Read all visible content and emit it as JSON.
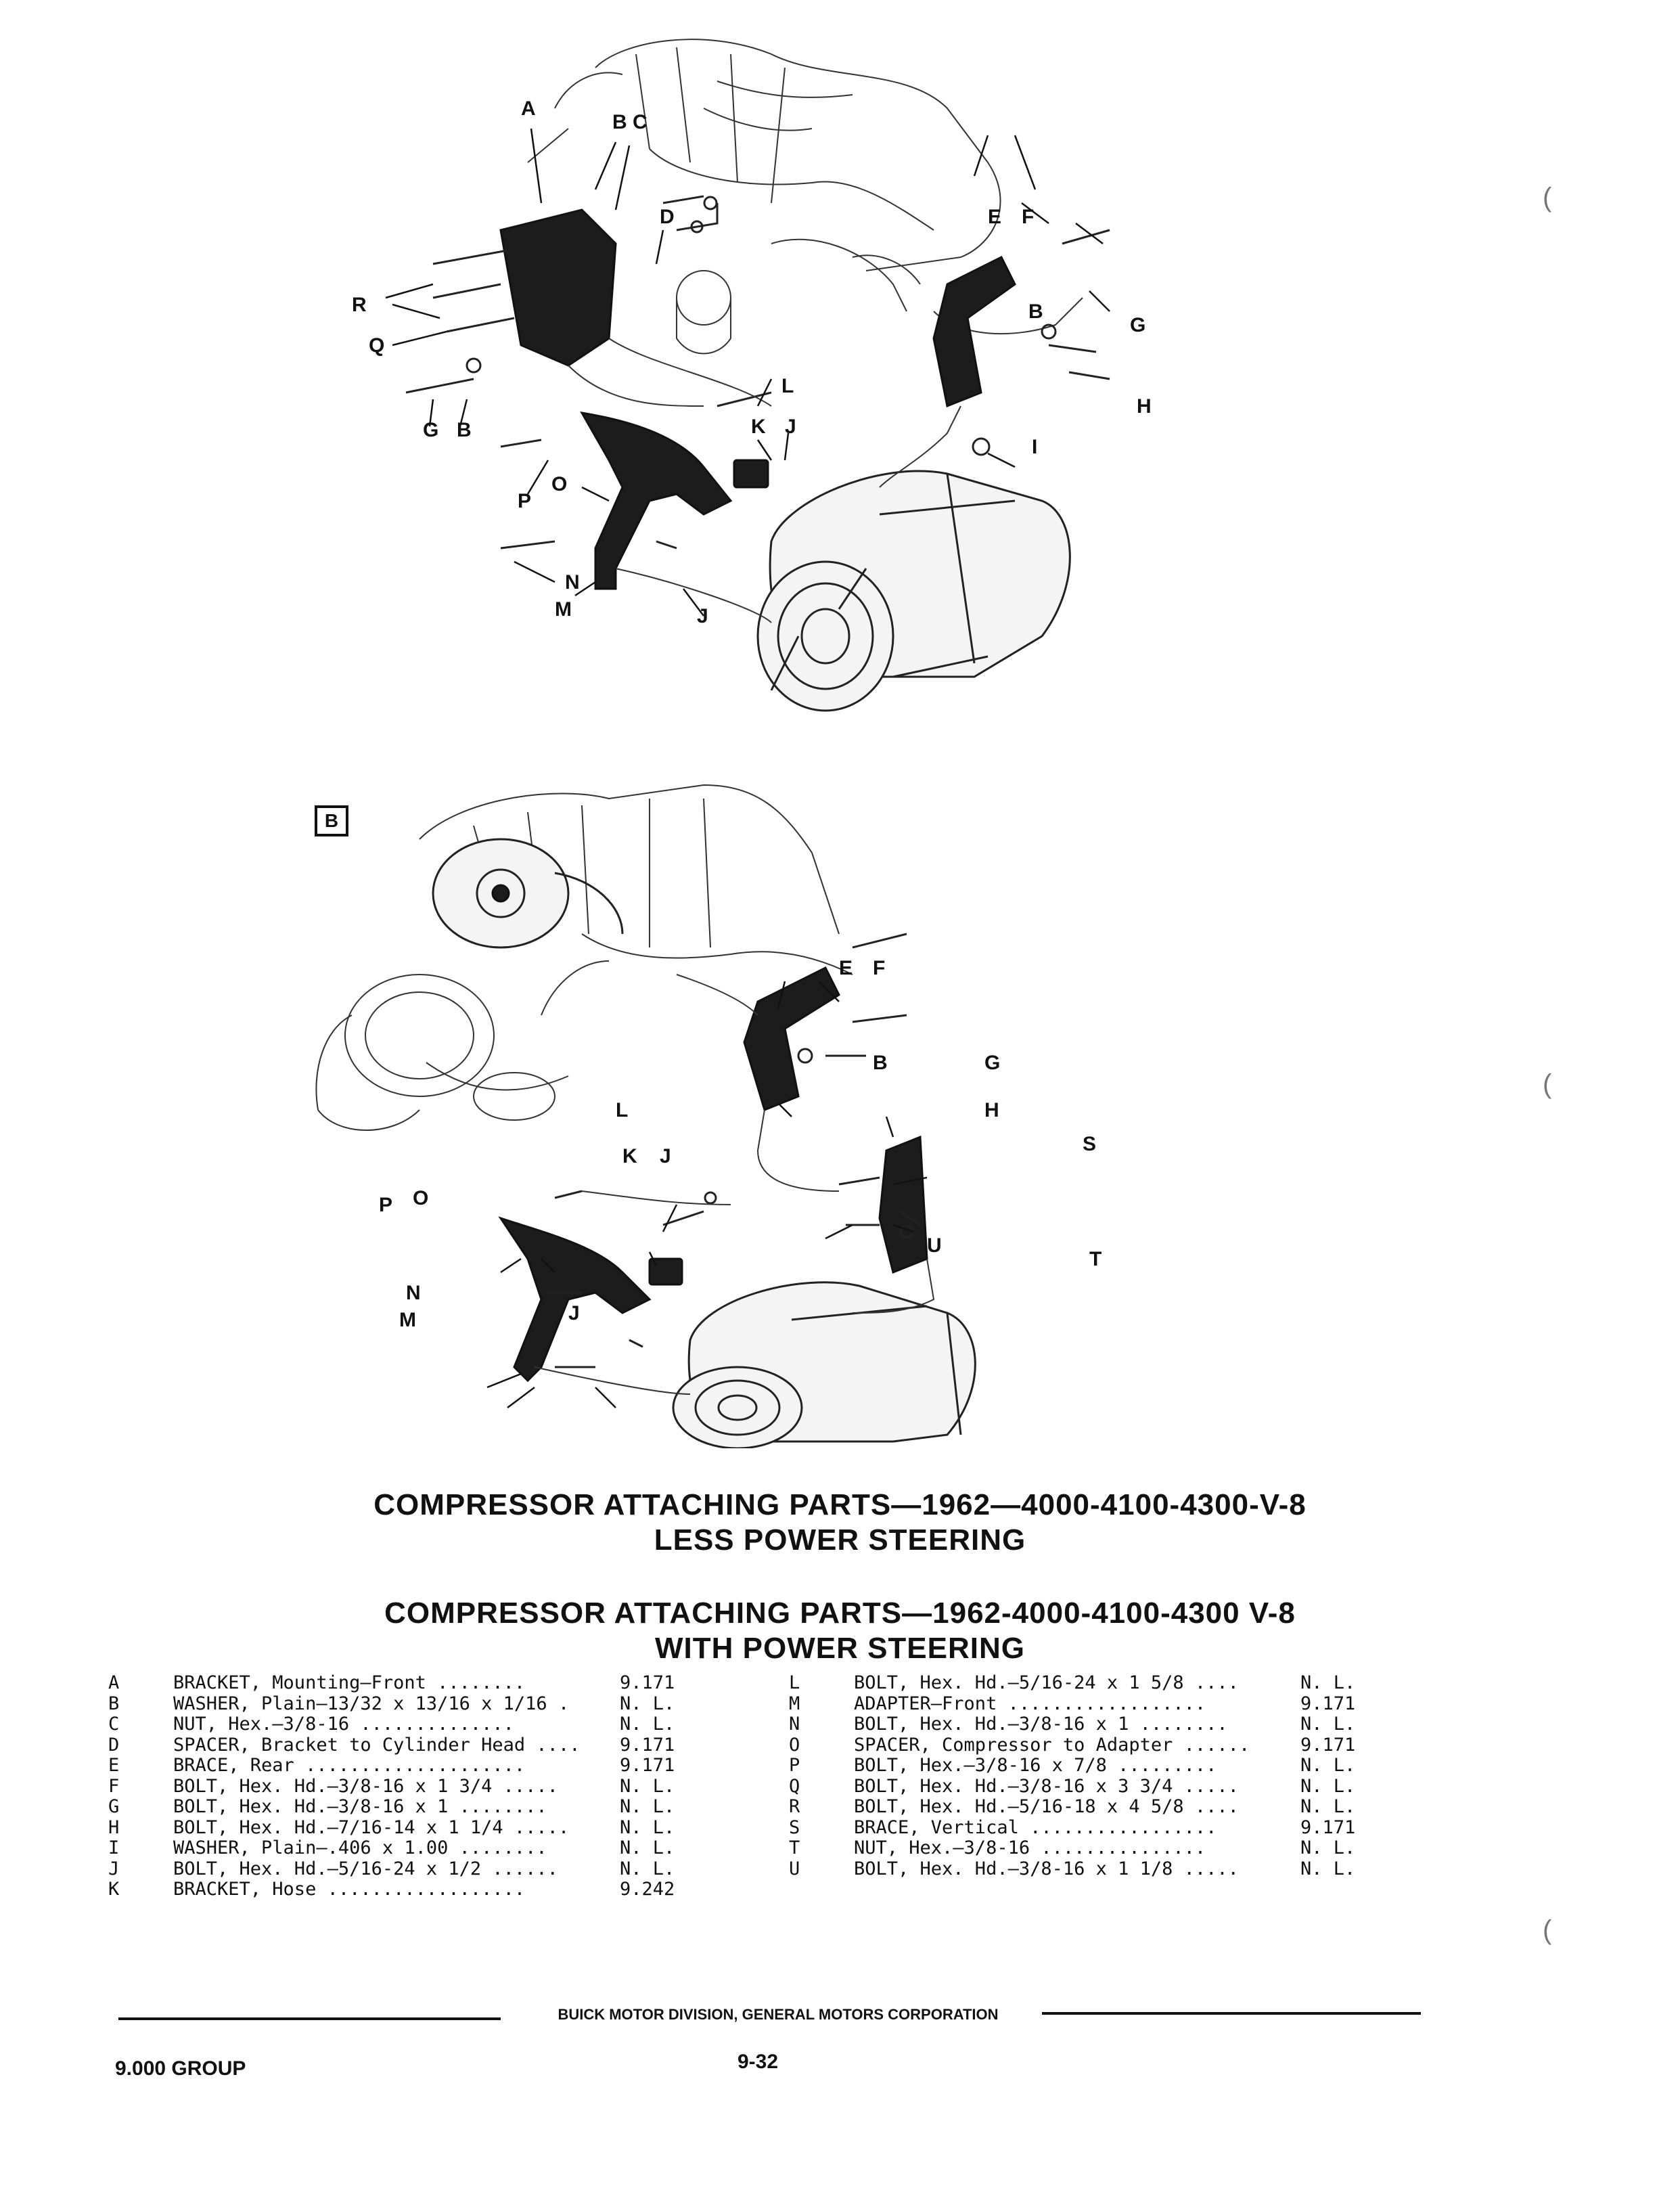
{
  "diagram_a": {
    "callouts": [
      "A",
      "B",
      "C",
      "D",
      "E",
      "F",
      "B",
      "G",
      "H",
      "R",
      "Q",
      "G",
      "B",
      "L",
      "K",
      "J",
      "I",
      "P",
      "O",
      "N",
      "M",
      "J"
    ]
  },
  "diagram_b": {
    "box_label": "B",
    "callouts": [
      "E",
      "F",
      "B",
      "G",
      "H",
      "S",
      "U",
      "T",
      "L",
      "K",
      "J",
      "P",
      "O",
      "N",
      "M",
      "J"
    ]
  },
  "headings": {
    "title1_line1": "COMPRESSOR ATTACHING PARTS—1962—4000-4100-4300-V-8",
    "title1_line2": "LESS POWER STEERING",
    "title2_line1": "COMPRESSOR ATTACHING PARTS—1962-4000-4100-4300 V-8",
    "title2_line2": "WITH POWER STEERING"
  },
  "parts_left": [
    {
      "key": "A",
      "desc": "BRACKET, Mounting—Front ........",
      "ref": "9.171"
    },
    {
      "key": "B",
      "desc": "WASHER, Plain—13/32 x 13/16 x 1/16 .",
      "ref": "N. L."
    },
    {
      "key": "C",
      "desc": "NUT, Hex.—3/8-16 ..............",
      "ref": "N. L."
    },
    {
      "key": "D",
      "desc": "SPACER, Bracket to Cylinder Head ....",
      "ref": "9.171"
    },
    {
      "key": "E",
      "desc": "BRACE, Rear ....................",
      "ref": "9.171"
    },
    {
      "key": "F",
      "desc": "BOLT, Hex. Hd.—3/8-16 x 1 3/4 .....",
      "ref": "N. L."
    },
    {
      "key": "G",
      "desc": "BOLT, Hex. Hd.—3/8-16 x 1 ........",
      "ref": "N. L."
    },
    {
      "key": "H",
      "desc": "BOLT, Hex. Hd.—7/16-14 x 1 1/4 .....",
      "ref": "N. L."
    },
    {
      "key": "I",
      "desc": "WASHER, Plain—.406 x 1.00 ........",
      "ref": "N. L."
    },
    {
      "key": "J",
      "desc": "BOLT, Hex. Hd.—5/16-24 x 1/2 ......",
      "ref": "N. L."
    },
    {
      "key": "K",
      "desc": "BRACKET, Hose ..................",
      "ref": "9.242"
    }
  ],
  "parts_right": [
    {
      "key": "L",
      "desc": "BOLT, Hex. Hd.—5/16-24 x 1 5/8 ....",
      "ref": "N. L."
    },
    {
      "key": "M",
      "desc": "ADAPTER—Front ..................",
      "ref": "9.171"
    },
    {
      "key": "N",
      "desc": "BOLT, Hex. Hd.—3/8-16 x 1 ........",
      "ref": "N. L."
    },
    {
      "key": "O",
      "desc": "SPACER, Compressor to Adapter ......",
      "ref": "9.171"
    },
    {
      "key": "P",
      "desc": "BOLT, Hex.—3/8-16 x 7/8 .........",
      "ref": "N. L."
    },
    {
      "key": "Q",
      "desc": "BOLT, Hex. Hd.—3/8-16 x 3 3/4 .....",
      "ref": "N. L."
    },
    {
      "key": "R",
      "desc": "BOLT, Hex. Hd.—5/16-18 x 4 5/8 ....",
      "ref": "N. L."
    },
    {
      "key": "S",
      "desc": "BRACE, Vertical .................",
      "ref": "9.171"
    },
    {
      "key": "T",
      "desc": "NUT, Hex.—3/8-16 ...............",
      "ref": "N. L."
    },
    {
      "key": "U",
      "desc": "BOLT, Hex. Hd.—3/8-16 x 1 1/8 .....",
      "ref": "N. L."
    }
  ],
  "footer": {
    "division": "BUICK MOTOR DIVISION, GENERAL MOTORS CORPORATION",
    "group": "9.000 GROUP",
    "page_number": "9-32"
  }
}
